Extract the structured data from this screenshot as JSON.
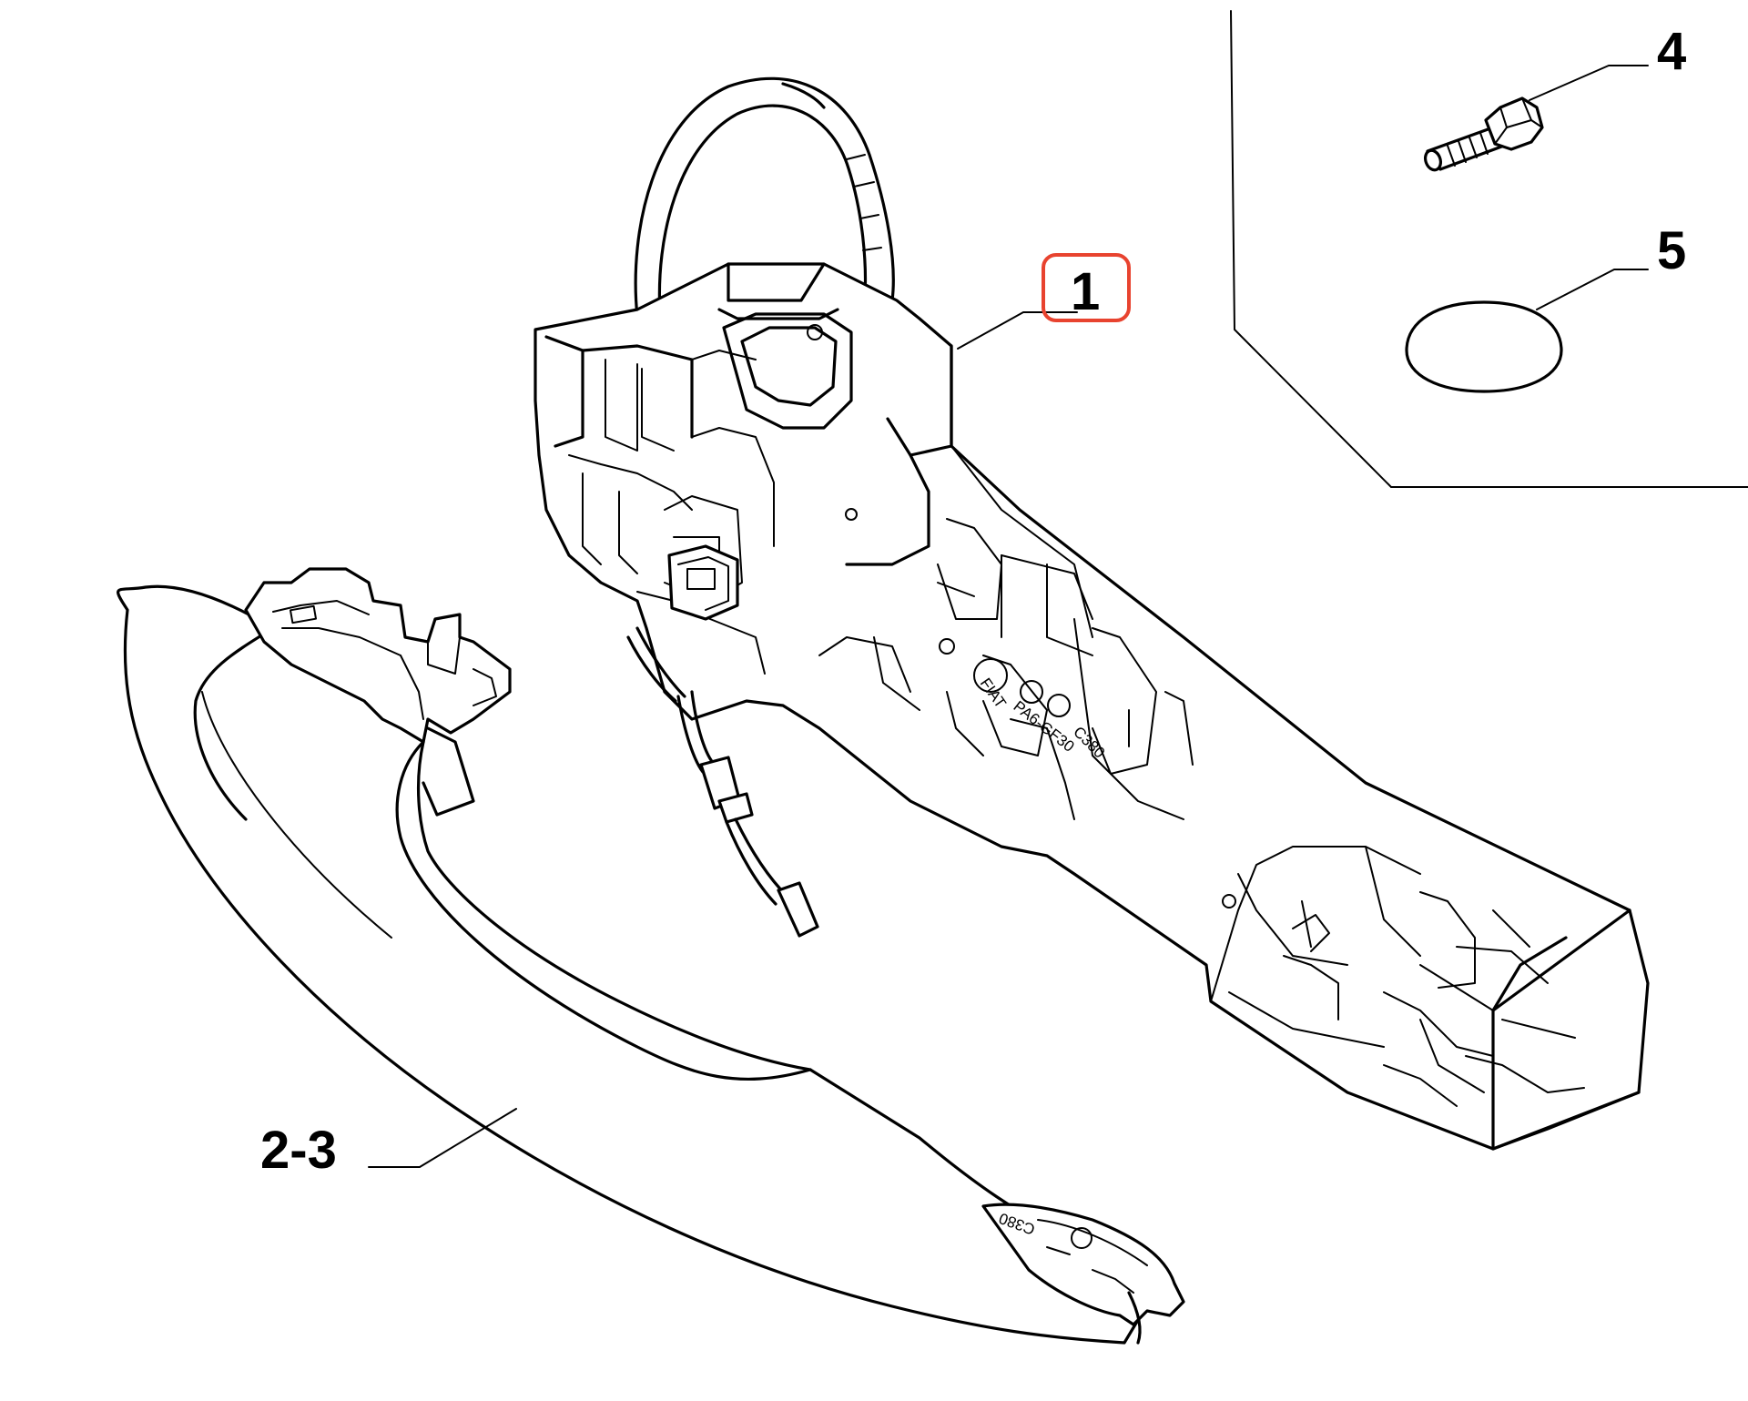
{
  "labels": {
    "part_1": "1",
    "part_2_3": "2-3",
    "part_4": "4",
    "part_5": "5"
  },
  "embossed": {
    "logo": "FIAT",
    "material": "PA6-GF30",
    "code": "C380"
  },
  "colors": {
    "line": "#000000",
    "background": "#ffffff",
    "highlight": "#e8432f"
  }
}
